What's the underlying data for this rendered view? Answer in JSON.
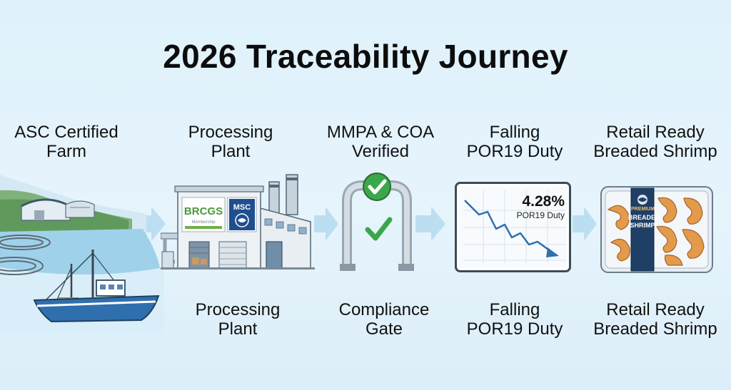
{
  "title": "2026 Traceability Journey",
  "stages": [
    {
      "top_label": "ASC Certified\nFarm",
      "bottom_label": ""
    },
    {
      "top_label": "Processing\nPlant",
      "bottom_label": "Processing\nPlant"
    },
    {
      "top_label": "MMPA & COA\nVerified",
      "bottom_label": "Compliance\nGate"
    },
    {
      "top_label": "Falling\nPOR19 Duty",
      "bottom_label": "Falling\nPOR19 Duty"
    },
    {
      "top_label": "Retail Ready\nBreaded Shrimp",
      "bottom_label": "Retail Ready\nBreaded Shrimp"
    }
  ],
  "plant": {
    "brcgs_logo": "BRCGS",
    "brcgs_sub": "Membership",
    "msc_logo": "MSC"
  },
  "monitor": {
    "rate": "4.28%",
    "rate_label": "POR19 Duty"
  },
  "package": {
    "tag": "PREMIUM",
    "line1": "BREADED",
    "line2": "SHRIMP"
  },
  "colors": {
    "accent_blue": "#2f6fae",
    "arrow": "#b9dcf0",
    "check_green": "#3aa84a",
    "sea": "#9fd2ea"
  }
}
